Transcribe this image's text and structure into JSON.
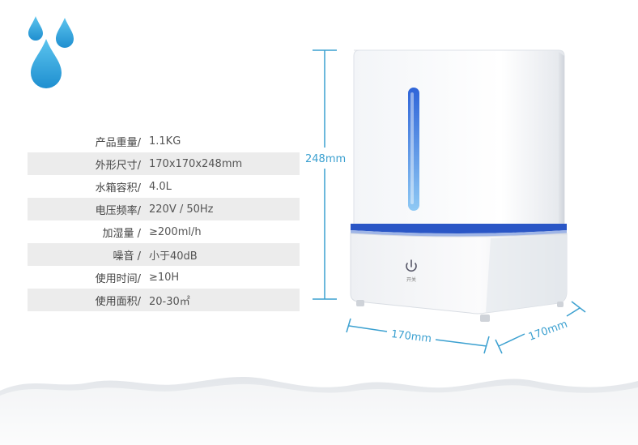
{
  "specs": [
    {
      "label": "产品重量/",
      "value": "1.1KG"
    },
    {
      "label": "外形尺寸/",
      "value": "170x170x248mm"
    },
    {
      "label": "水箱容积/",
      "value": "4.0L"
    },
    {
      "label": "电压频率/",
      "value": "220V / 50Hz"
    },
    {
      "label": "加湿量 /",
      "value": "≥200ml/h"
    },
    {
      "label": "噪音 /",
      "value": "小于40dB"
    },
    {
      "label": "使用时间/",
      "value": "≥10H"
    },
    {
      "label": "使用面积/",
      "value": "20-30㎡"
    }
  ],
  "dimensions": {
    "height": "248mm",
    "width": "170mm",
    "depth": "170mm"
  },
  "product": {
    "power_label": "开关"
  },
  "colors": {
    "accent": "#3ba0d0",
    "drop": "#3aa9dd",
    "blue_ring": "#2a56c6"
  },
  "icons": [
    "water-drops-icon",
    "power-icon"
  ]
}
